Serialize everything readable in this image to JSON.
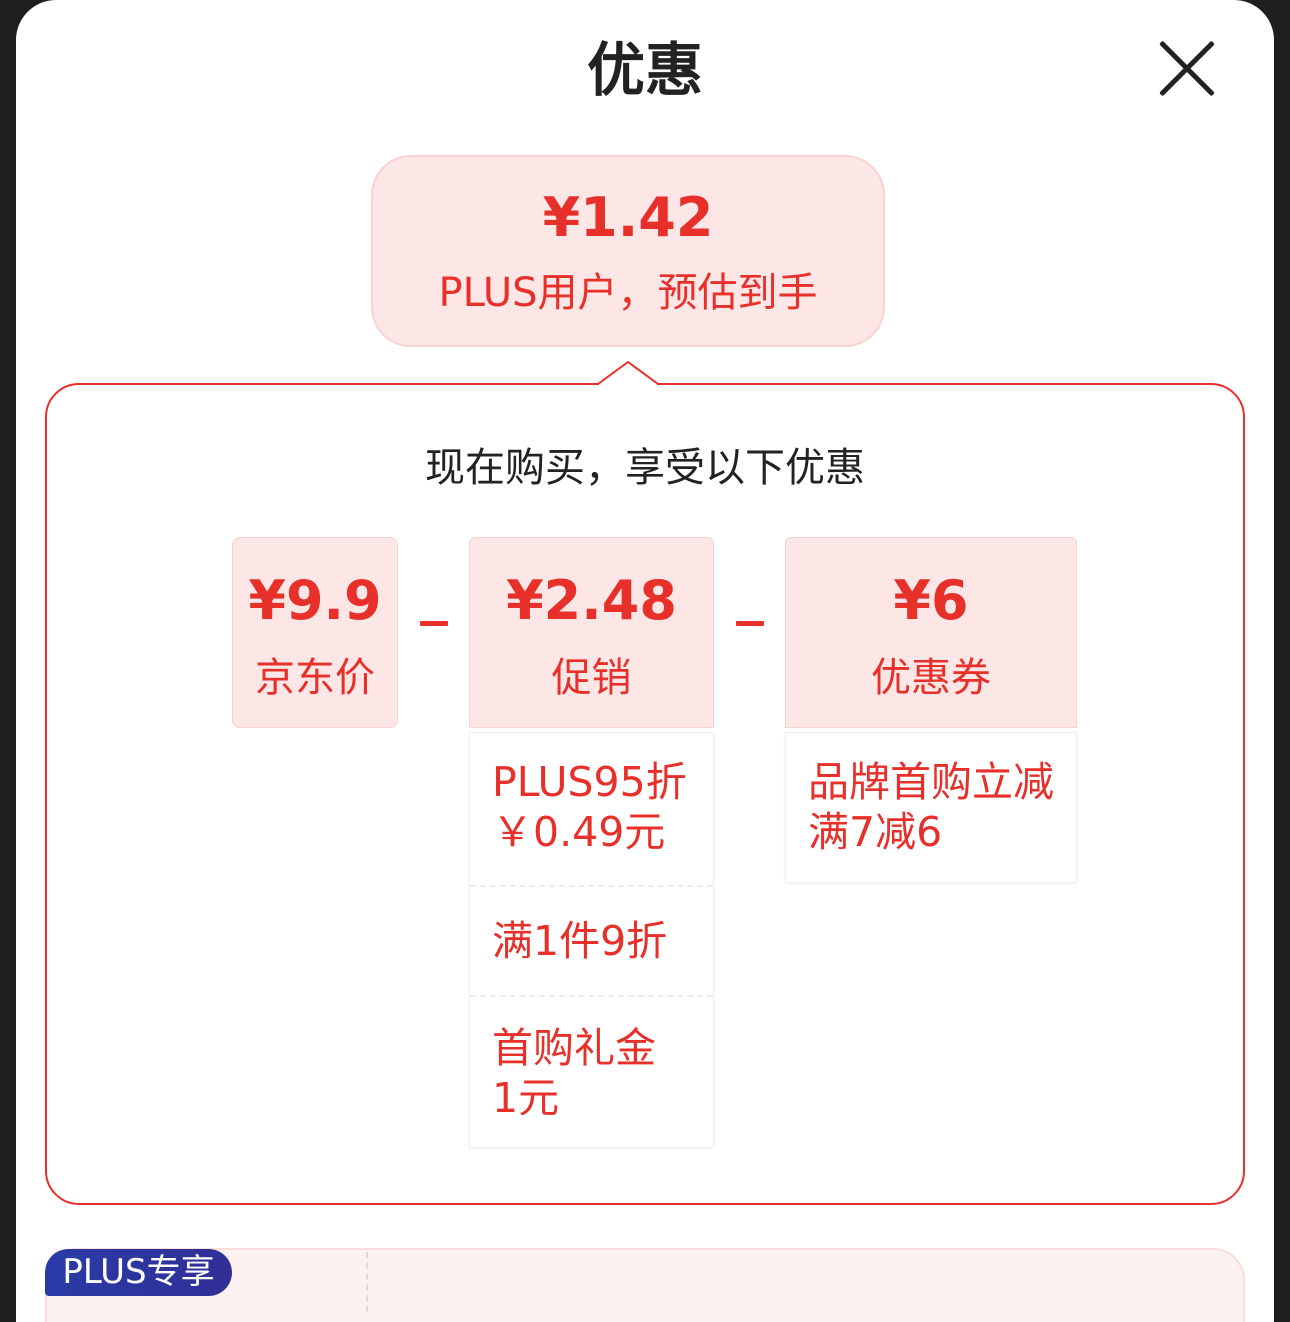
{
  "header": {
    "title": "优惠",
    "close_icon": "close-icon"
  },
  "estimate": {
    "price": "¥1.42",
    "label": "PLUS用户，预估到手"
  },
  "breakdown": {
    "heading": "现在购买，享受以下优惠",
    "operator_icon": "minus-icon",
    "columns": [
      {
        "amount": "¥9.9",
        "label": "京东价"
      },
      {
        "amount": "¥2.48",
        "label": "促销",
        "details": [
          {
            "lines": [
              "PLUS95折",
              "￥0.49元"
            ]
          },
          {
            "lines": [
              "满1件9折"
            ]
          },
          {
            "lines": [
              "首购礼金",
              "1元"
            ]
          }
        ]
      },
      {
        "amount": "¥6",
        "label": "优惠券",
        "details": [
          {
            "lines": [
              "品牌首购立减",
              "满7减6"
            ]
          }
        ]
      }
    ]
  },
  "plus_section": {
    "badge": "PLUS专享"
  },
  "colors": {
    "accent_red": "#e8302a",
    "pink_bg": "#fde7e6",
    "pink_border": "#f8d2d0",
    "plus_badge": "#2d3aa5",
    "text_dark": "#222222",
    "section_bg": "#fdf2f1"
  }
}
